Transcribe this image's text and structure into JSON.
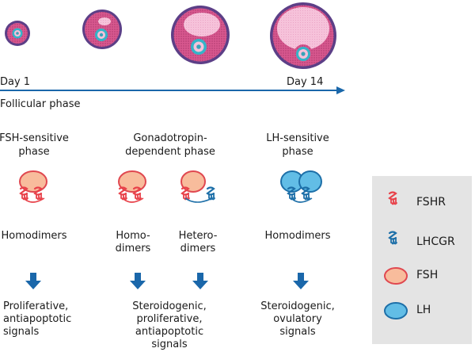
{
  "timeline": {
    "day_start": "Day 1",
    "day_end": "Day 14",
    "phase_label": "Follicular phase"
  },
  "columns": [
    {
      "title_line1": "FSH-sensitive",
      "title_line2": "phase",
      "dimer_label_line1": "Homodimers",
      "outcome_line1": "Proliferative,",
      "outcome_line2": "antiapoptotic",
      "outcome_line3": "signals",
      "outcome_line4": ""
    },
    {
      "title_line1": "Gonadotropin-",
      "title_line2": "dependent phase",
      "sub_left_line1": "Homo-",
      "sub_left_line2": "dimers",
      "sub_right_line1": "Hetero-",
      "sub_right_line2": "dimers",
      "outcome_line1": "Steroidogenic,",
      "outcome_line2": "proliferative,",
      "outcome_line3": "antiapoptotic",
      "outcome_line4": "signals"
    },
    {
      "title_line1": "LH-sensitive",
      "title_line2": "phase",
      "dimer_label_line1": "Homodimers",
      "outcome_line1": "Steroidogenic,",
      "outcome_line2": "ovulatory",
      "outcome_line3": "signals",
      "outcome_line4": ""
    }
  ],
  "legend": [
    {
      "label": "FSHR",
      "icon": "fshr-receptor-icon"
    },
    {
      "label": "LHCGR",
      "icon": "lhcgr-receptor-icon"
    },
    {
      "label": "FSH",
      "icon": "fsh-hormone-icon"
    },
    {
      "label": "LH",
      "icon": "lh-hormone-icon"
    }
  ],
  "colors": {
    "fshr": "#e8424a",
    "lhcgr": "#1d6fa8",
    "fsh_fill": "#f8bc9c",
    "fsh_stroke": "#e04850",
    "lh_fill": "#62bde6",
    "lh_stroke": "#1d6fa8",
    "arrow": "#1a67aa",
    "follicle_outer": "#5c3f87",
    "follicle_tissue": "#d8588f",
    "antrum": "#f6c2da",
    "oocyte_ring": "#34b4c8",
    "legend_bg": "#e4e4e4"
  }
}
